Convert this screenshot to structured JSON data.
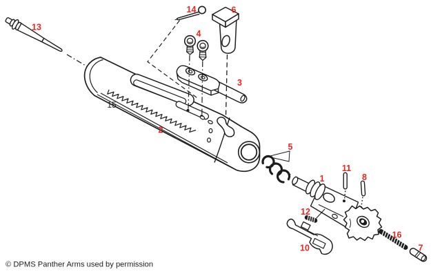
{
  "diagram": {
    "credit": "© DPMS Panther Arms used by permission",
    "labels": [
      {
        "text": "1",
        "color": "#e8271e"
      },
      {
        "text": "2",
        "color": "#e8271e"
      },
      {
        "text": "3",
        "color": "#e8271e"
      },
      {
        "text": "4",
        "color": "#e8271e"
      },
      {
        "text": "5",
        "color": "#e8271e"
      },
      {
        "text": "6",
        "color": "#e8271e"
      },
      {
        "text": "7",
        "color": "#e8271e"
      },
      {
        "text": "8",
        "color": "#e8271e"
      },
      {
        "text": "10",
        "color": "#e8271e"
      },
      {
        "text": "11",
        "color": "#e8271e"
      },
      {
        "text": "12",
        "color": "#e8271e"
      },
      {
        "text": "13",
        "color": "#e8271e"
      },
      {
        "text": "14",
        "color": "#e8271e"
      },
      {
        "text": "15",
        "color": "#1d1d1d"
      },
      {
        "text": "16",
        "color": "#e8271e"
      }
    ]
  },
  "colors": {
    "label_red": "#e8271e",
    "ink": "#1d1d1d",
    "background": "#ffffff"
  }
}
